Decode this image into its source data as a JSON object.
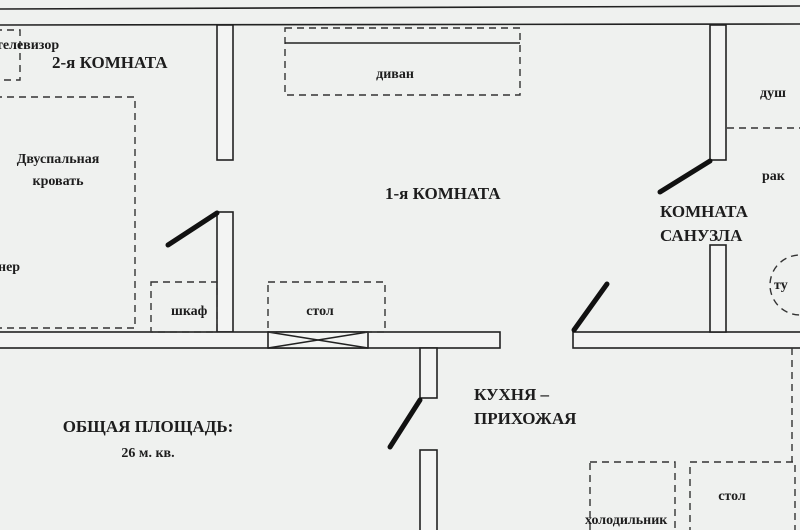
{
  "rooms": {
    "room2": "2-я КОМНАТА",
    "room1": "1-я КОМНАТА",
    "bathroom_line1": "КОМНАТА",
    "bathroom_line2": "САНУЗЛА",
    "kitchen_line1": "КУХНЯ –",
    "kitchen_line2": "ПРИХОЖАЯ"
  },
  "furniture": {
    "tv": "телевизор",
    "bed_line1": "Двуспальная",
    "bed_line2": "кровать",
    "wardrobe_partial": "нер",
    "closet": "шкаф",
    "sofa": "диван",
    "table_room": "стол",
    "shower": "душ",
    "sink_partial": "рак",
    "toilet_partial": "ту",
    "fridge": "холодильник",
    "table_kitchen": "стол"
  },
  "area": {
    "label": "ОБЩАЯ ПЛОЩАДЬ:",
    "value": "26 м. кв."
  }
}
